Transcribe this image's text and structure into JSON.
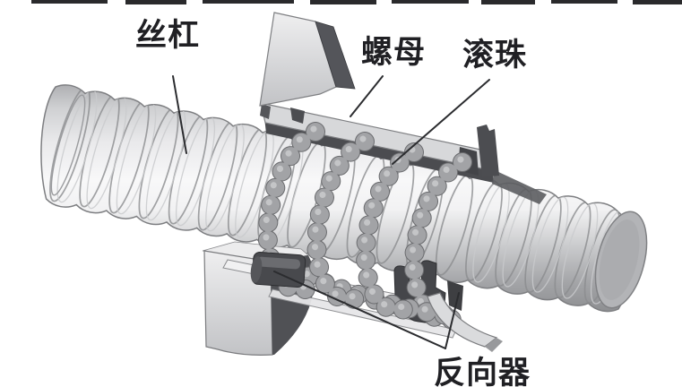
{
  "page": {
    "background": "#ffffff"
  },
  "diagram": {
    "labels": {
      "screw": "丝杠",
      "nut": "螺母",
      "balls": "滚珠",
      "reverser": "反向器"
    },
    "colors": {
      "label_text": "#202024",
      "leader_line": "#2b2c2f",
      "body_light": "#dcdcde",
      "body_highlight": "#fafafb",
      "body_shadow": "#97989b",
      "dark_face": "#505155",
      "ball": "#a2a3a6",
      "outline": "#7d7e81"
    }
  }
}
